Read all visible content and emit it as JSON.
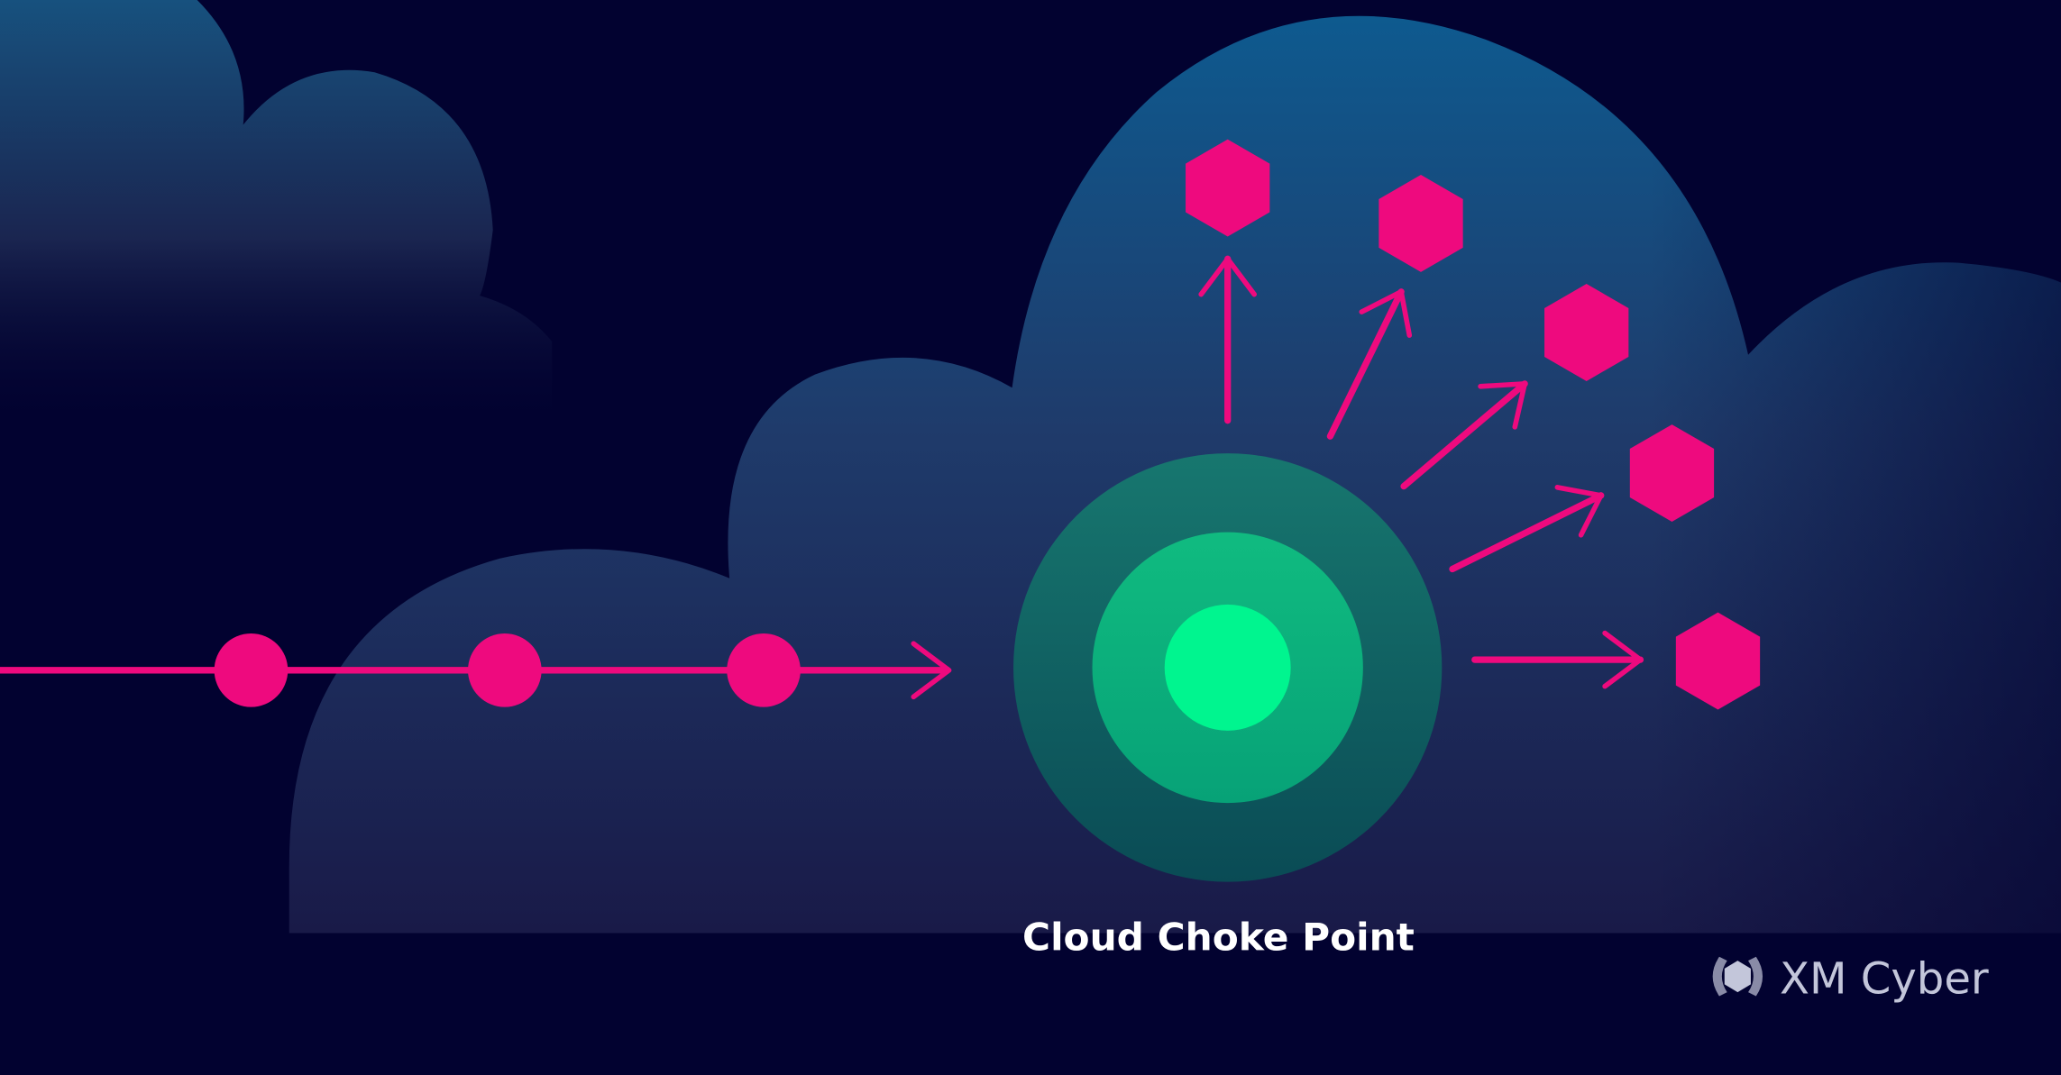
{
  "diagram": {
    "choke_point_label": "Cloud Choke Point",
    "path_nodes": 3,
    "target_nodes": 5
  },
  "brand": {
    "name": "XM Cyber"
  },
  "colors": {
    "background": "#020230",
    "accent_pink": "#ee0a7e",
    "ring_outer": "#15706b",
    "ring_middle": "#0db37e",
    "core": "#00f58f",
    "cloud_top": "#0e5a8f",
    "logo": "#c3c6da"
  }
}
